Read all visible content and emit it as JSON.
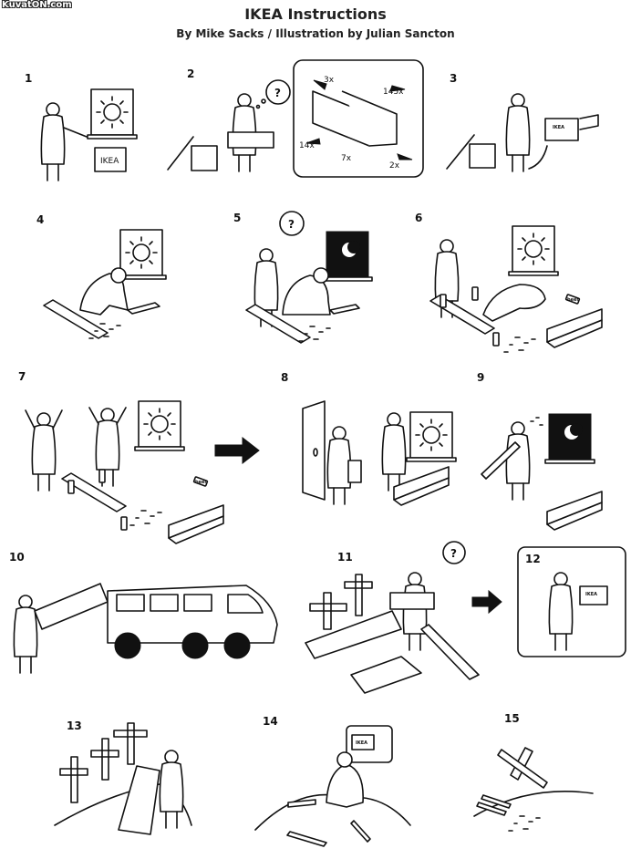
{
  "watermark": "KuvatON.com",
  "header": {
    "title": "IKEA Instructions",
    "byline": "By Mike Sacks / Illustration by Julian Sancton"
  },
  "panels": [
    {
      "number": "1",
      "box_label": "IKEA"
    },
    {
      "number": "2",
      "thought": "?",
      "parts": {
        "a": "3x",
        "b": "145x",
        "c": "14x",
        "d": "7x",
        "e": "2x"
      }
    },
    {
      "number": "3",
      "box_label": "IKEA"
    },
    {
      "number": "4"
    },
    {
      "number": "5",
      "thought": "?"
    },
    {
      "number": "6",
      "can_label": "beer"
    },
    {
      "number": "7",
      "can_label": "beer"
    },
    {
      "number": "8"
    },
    {
      "number": "9"
    },
    {
      "number": "10"
    },
    {
      "number": "11",
      "thought": "?"
    },
    {
      "number": "12",
      "box_label": "IKEA"
    },
    {
      "number": "13"
    },
    {
      "number": "14",
      "box_label": "IKEA"
    },
    {
      "number": "15"
    }
  ]
}
